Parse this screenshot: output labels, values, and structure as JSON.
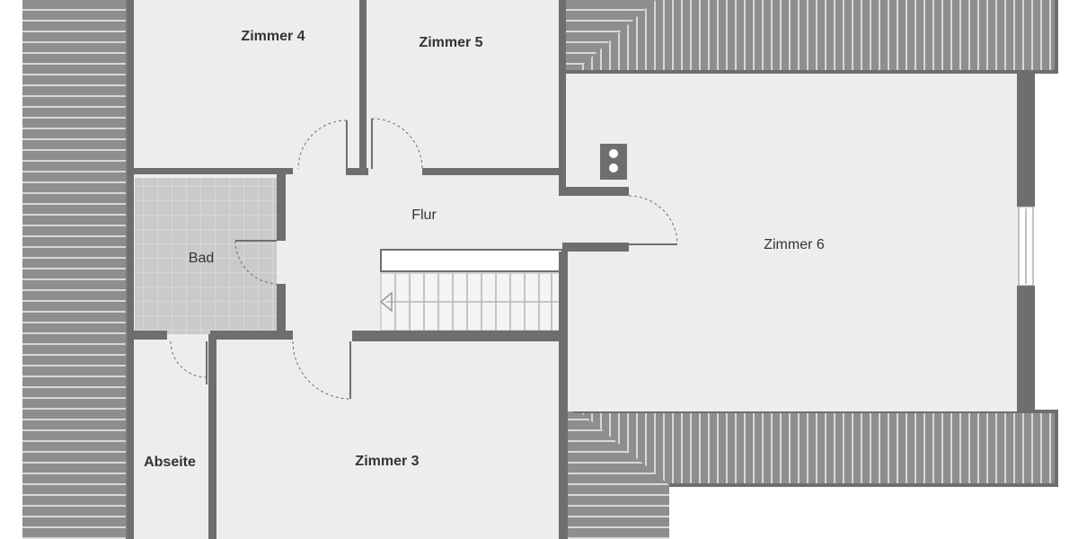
{
  "floor_plan": {
    "rooms": {
      "zimmer4": "Zimmer 4",
      "zimmer5": "Zimmer 5",
      "zimmer6": "Zimmer 6",
      "zimmer3": "Zimmer 3",
      "flur": "Flur",
      "bad": "Bad",
      "abseite": "Abseite"
    },
    "colors": {
      "wall": "#6e6e70",
      "floor": "#eceeec",
      "roof_hatch": "#8e8e90",
      "roof_line": "#d6d6d6",
      "tile_floor": "#c9cbc9",
      "stair_tread": "#b5b5b5"
    },
    "icons": [
      "chimney-icon",
      "window-icon",
      "stairs-arrow-icon"
    ]
  }
}
